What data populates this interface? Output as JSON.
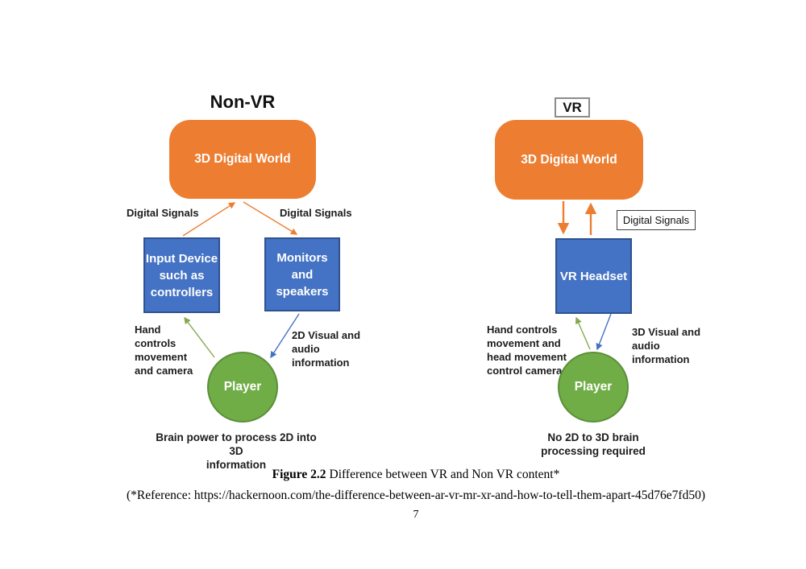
{
  "colors": {
    "orange_fill": "#ED7D31",
    "orange_border": "#DB6F22",
    "blue_fill": "#4472C4",
    "blue_border": "#2F528F",
    "green_fill": "#70AD47",
    "green_border": "#5A8F3A",
    "arrow_orange": "#ED7D31",
    "arrow_green": "#84A94F",
    "arrow_blue": "#4472C4",
    "outline_gray": "#8C8C8C",
    "outline_dark": "#404040"
  },
  "non_vr": {
    "title": "Non-VR",
    "world_label": "3D Digital World",
    "digital_signals_left": "Digital Signals",
    "digital_signals_right": "Digital Signals",
    "input_device_label": "Input Device\nsuch as\ncontrollers",
    "monitors_label": "Monitors\nand\nspeakers",
    "player_label": "Player",
    "hand_note": "Hand\ncontrols\nmovement\nand camera",
    "visual_note": "2D Visual and\naudio\ninformation",
    "bottom_note": "Brain power to process 2D into 3D\ninformation"
  },
  "vr": {
    "title": "VR",
    "world_label": "3D Digital World",
    "digital_signals_label": "Digital Signals",
    "headset_label": "VR Headset",
    "player_label": "Player",
    "hand_note": "Hand controls\nmovement and\nhead movement\ncontrol camera",
    "visual_note": "3D Visual and\naudio\ninformation",
    "bottom_note": "No 2D to 3D brain\nprocessing required"
  },
  "caption": {
    "label": "Figure 2.2",
    "text": "Difference between VR and Non VR content*"
  },
  "reference_note": "(*Reference: https://hackernoon.com/the-difference-between-ar-vr-mr-xr-and-how-to-tell-them-apart-45d76e7fd50)",
  "page_number": "7"
}
